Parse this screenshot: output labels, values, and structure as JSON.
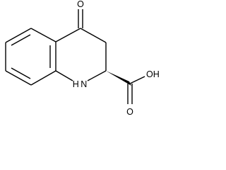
{
  "molecule": {
    "atoms": {
      "carbonyl_oxygen": "O",
      "ring_nitrogen": "H N",
      "acid_carbonyl_oxygen": "O",
      "hydroxyl": "OH"
    }
  }
}
